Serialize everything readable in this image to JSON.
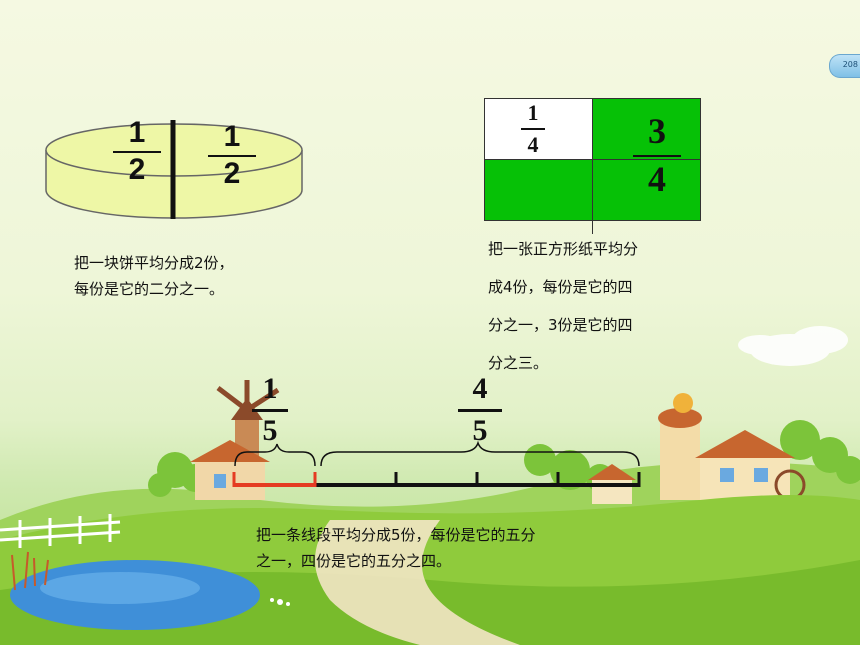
{
  "slide": {
    "badge_text": "208",
    "cake": {
      "left_fraction": {
        "numerator": "1",
        "denominator": "2"
      },
      "right_fraction": {
        "numerator": "1",
        "denominator": "2"
      },
      "caption_line1": "把一块饼平均分成2份，",
      "caption_line2": "每份是它的二分之一。"
    },
    "square": {
      "quarter_fraction": {
        "numerator": "1",
        "denominator": "4"
      },
      "three_quarter_fraction": {
        "numerator": "3",
        "denominator": "4"
      },
      "caption_line1": "把一张正方形纸平均分",
      "caption_line2": "成4份，每份是它的四",
      "caption_line3": "分之一，3份是它的四",
      "caption_line4": "分之三。"
    },
    "segment": {
      "one_fifth": {
        "numerator": "1",
        "denominator": "5"
      },
      "four_fifths": {
        "numerator": "4",
        "denominator": "5"
      },
      "caption_line1": "把一条线段平均分成5份，每份是它的五分",
      "caption_line2": "之一，四份是它的五分之四。"
    }
  },
  "colors": {
    "green_fill": "#06c106",
    "cake_fill": "#eef7a6",
    "red_segment": "#e53b22"
  }
}
